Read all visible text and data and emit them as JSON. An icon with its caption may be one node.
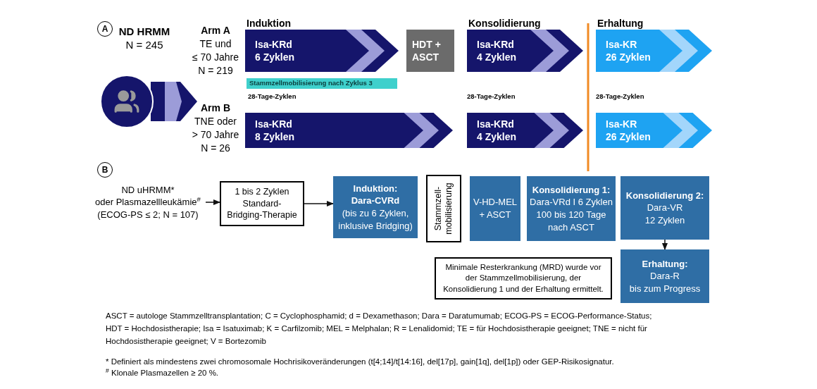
{
  "diagram": {
    "nodes": [
      {
        "text": [
          "ND HRMM",
          "N = 245"
        ]
      },
      {
        "text": [],
        "shape": "circle"
      },
      {
        "text": [
          "Arm A",
          "TE und ≤ 70 Jahre N = 219"
        ]
      },
      {
        "text": [
          "Arm B",
          "TNE oder > 70 Jahre N = 26"
        ]
      },
      {
        "text": [
          "Isa-KRd 6 Zyklen"
        ],
        "beside": [
          "Induktion"
        ]
      },
      {
        "text": [
          "HDT + ASCT"
        ]
      },
      {
        "text": [
          "Isa-KRd 4 Zyklen"
        ],
        "beside": [
          "Konsolidierung"
        ]
      },
      {
        "text": [
          "Isa-KR 26 Zyklen"
        ],
        "beside": [
          "Erhaltung"
        ]
      },
      {
        "text": [
          "Stammzellmobilisierung nach Zyklus 3"
        ]
      },
      {
        "text": [
          "Isa-KRd 8 Zyklen"
        ]
      },
      {
        "text": [
          "Isa-KRd 4 Zyklen"
        ]
      },
      {
        "text": [
          "Isa-KR 26 Zyklen"
        ]
      },
      {
        "text": [
          "ND uHRMM* oder Plasmazellleukämie$^{#}$ (ECOG-PS ≤ 2; N = 107)"
        ]
      },
      {
        "text": [
          "1 bis 2 Zyklen Standard-Bridging-Therapie"
        ]
      },
      {
        "text": [
          "Induktion: Dara-CVRd",
          "(bis zu 6 Zyklen, inklusive Bridging)"
        ]
      },
      {
        "text": [
          "Stammzell- mobilisierung"
        ]
      },
      {
        "text": [
          "V-HD-MEL + ASCT"
        ]
      },
      {
        "text": [
          "Konsolidierung 1:",
          "Dara-VRd I 6 Zyklen 100 bis 120 Tage nach ASCT"
        ]
      },
      {
        "text": [
          "Konsolidierung 2:",
          "Dara-VR 12 Zyklen"
        ]
      },
      {
        "text": [
          "Erhaltung:",
          "Dara-R bis zum Progress"
        ]
      },
      {
        "text": [
          "Minimale Resterkrankung (MRD) wurde vor der Stammzellmobilisierung, der Konsolidierung 1 und der Erhaltung ermittelt."
        ]
      }
    ],
    "edges": [
      {
        "from": 1,
        "to": null,
        "arrow": "to"
      },
      {
        "from": 12,
        "to": 13,
        "arrow": "to"
      },
      {
        "from": 13,
        "to": 14,
        "arrow": "to"
      },
      {
        "from": 18,
        "to": 19,
        "arrow": "to"
      }
    ],
    "labels": [
      "A",
      "28-Tage-Zyklen",
      "28-Tage-Zyklen",
      "28-Tage-Zyklen",
      "B",
      "ASCT = autologe Stammzelltransplantation; C = Cyclophosphamid; d = Dexamethason; Dara = Daratumumab; ECOG-PS = ECOG-Performance-Status; HDT = Hochdosistherapie; Isa = Isatuximab; K = Carfilzomib; MEL = Melphalan; R = Lenalidomid; TE = für Hochdosistherapie geeignet; TNE = nicht für Hochdosistherapie geeignet; V = Bortezomib",
      "* Definiert als mindestens zwei chromosomale Hochrisikoveränderungen (t[4;14]/t[14:16], del[17p], gain[1q], del[1p]) oder GEP-Risikosignatur.",
      "$^{#}$ Klonale Plasmazellen ≥ 20 %."
    ]
  }
}
